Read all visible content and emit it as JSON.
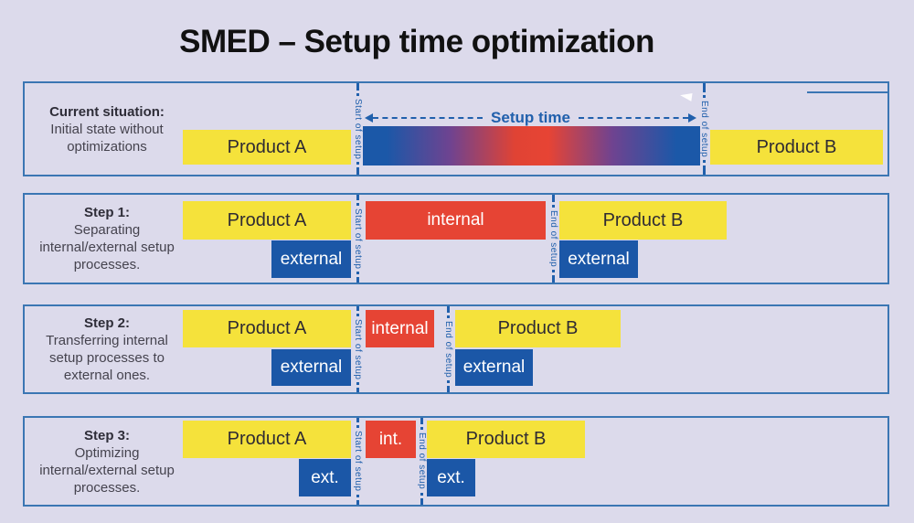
{
  "title": "SMED – Setup time optimization",
  "labels": {
    "setup_time": "Setup time",
    "start_of_setup": "Start of setup",
    "end_of_setup": "End of setup"
  },
  "colors": {
    "background": "#dcdaeb",
    "panel-border": "#3b76b3",
    "yellow": "#f5e23b",
    "red": "#e64434",
    "blue": "#1b57a7",
    "blue-line": "#2160ac",
    "text-dark": "#45434e",
    "text-heading": "#111111",
    "bar-text": "#2f2b33"
  },
  "panels": [
    {
      "caption_title": "Current situation:",
      "caption_lines": [
        "Initial state without",
        "optimizations"
      ],
      "product_a": "Product A",
      "product_b": "Product B"
    },
    {
      "caption_title": "Step 1:",
      "caption_lines": [
        "Separating",
        "internal/external setup",
        "processes."
      ],
      "product_a": "Product A",
      "internal": "internal",
      "product_b": "Product B",
      "external_left": "external",
      "external_right": "external"
    },
    {
      "caption_title": "Step 2:",
      "caption_lines": [
        "Transferring internal",
        "setup processes to",
        "external ones."
      ],
      "product_a": "Product A",
      "internal": "internal",
      "product_b": "Product B",
      "external_left": "external",
      "external_right": "external"
    },
    {
      "caption_title": "Step 3:",
      "caption_lines": [
        "Optimizing",
        "internal/external setup",
        "processes."
      ],
      "product_a": "Product A",
      "internal": "int.",
      "product_b": "Product B",
      "external_left": "ext.",
      "external_right": "ext."
    }
  ]
}
